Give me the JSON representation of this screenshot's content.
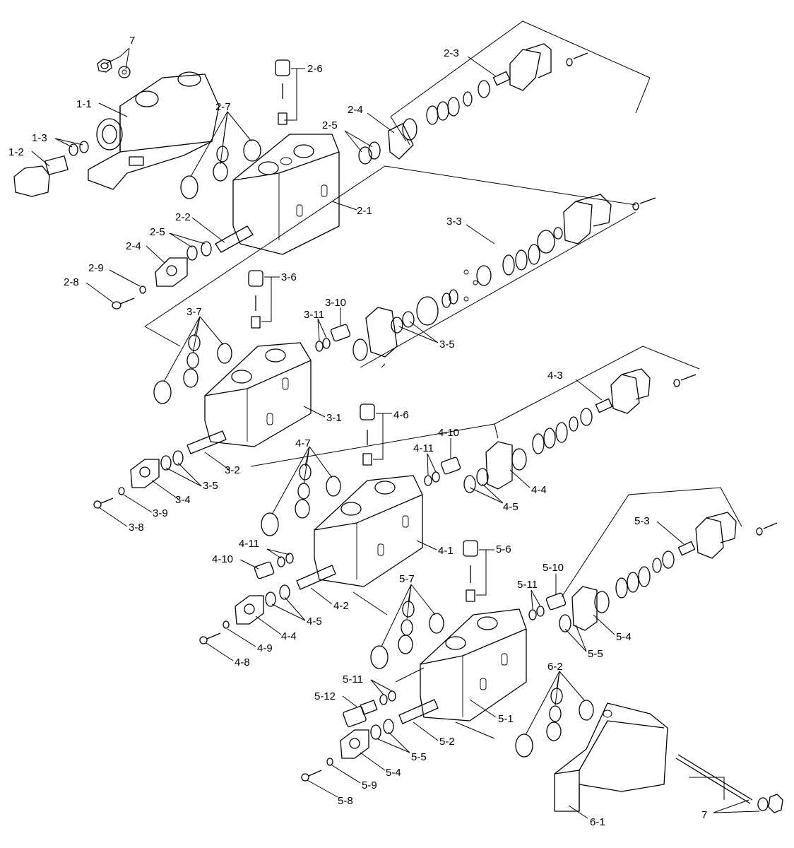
{
  "labels": {
    "l7a": "7",
    "l1_1": "1-1",
    "l1_2": "1-2",
    "l1_3": "1-3",
    "l2_1": "2-1",
    "l2_2": "2-2",
    "l2_3": "2-3",
    "l2_4a": "2-4",
    "l2_4b": "2-4",
    "l2_5a": "2-5",
    "l2_5b": "2-5",
    "l2_6": "2-6",
    "l2_7": "2-7",
    "l2_8": "2-8",
    "l2_9": "2-9",
    "l3_1": "3-1",
    "l3_2": "3-2",
    "l3_3": "3-3",
    "l3_4": "3-4",
    "l3_5a": "3-5",
    "l3_5b": "3-5",
    "l3_6": "3-6",
    "l3_7": "3-7",
    "l3_8": "3-8",
    "l3_9": "3-9",
    "l3_10": "3-10",
    "l3_11": "3-11",
    "l4_1": "4-1",
    "l4_2": "4-2",
    "l4_3": "4-3",
    "l4_4a": "4-4",
    "l4_4b": "4-4",
    "l4_5a": "4-5",
    "l4_5b": "4-5",
    "l4_6": "4-6",
    "l4_7": "4-7",
    "l4_8": "4-8",
    "l4_9": "4-9",
    "l4_10a": "4-10",
    "l4_10b": "4-10",
    "l4_11a": "4-11",
    "l4_11b": "4-11",
    "l5_1": "5-1",
    "l5_2": "5-2",
    "l5_3": "5-3",
    "l5_4a": "5-4",
    "l5_4b": "5-4",
    "l5_5a": "5-5",
    "l5_5b": "5-5",
    "l5_6": "5-6",
    "l5_7": "5-7",
    "l5_8": "5-8",
    "l5_9": "5-9",
    "l5_10": "5-10",
    "l5_11a": "5-11",
    "l5_11b": "5-11",
    "l5_12": "5-12",
    "l6_1": "6-1",
    "l6_2": "6-2",
    "l7b": "7"
  }
}
